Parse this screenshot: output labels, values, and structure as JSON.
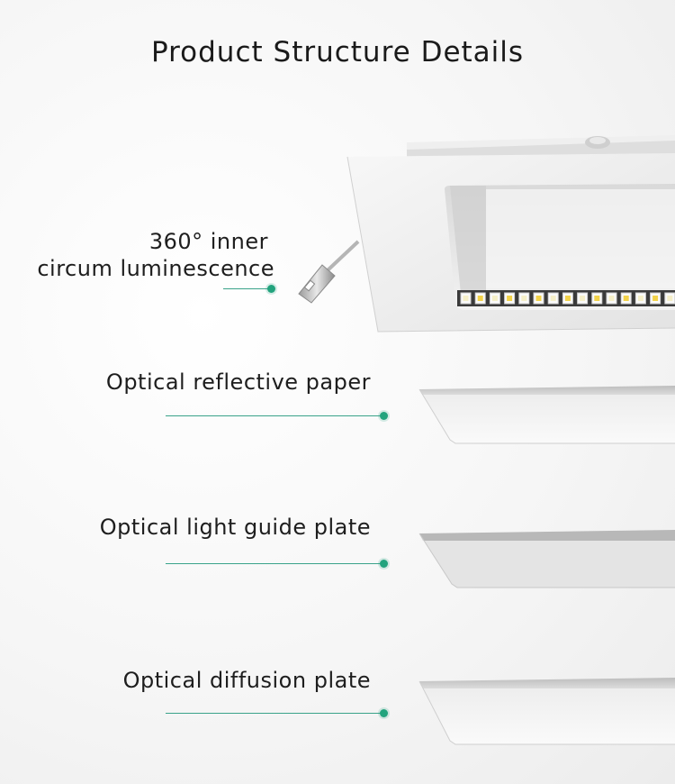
{
  "page": {
    "title": "Product Structure Details"
  },
  "callouts": [
    {
      "id": "led",
      "lines": [
        "360° inner",
        "circum luminescence"
      ]
    },
    {
      "id": "reflective",
      "label": "Optical reflective paper"
    },
    {
      "id": "guide",
      "label": "Optical light guide plate"
    },
    {
      "id": "diffusion",
      "label": "Optical diffusion plate"
    }
  ],
  "colors": {
    "accent": "#22a37d",
    "text": "#1e1e1e"
  }
}
